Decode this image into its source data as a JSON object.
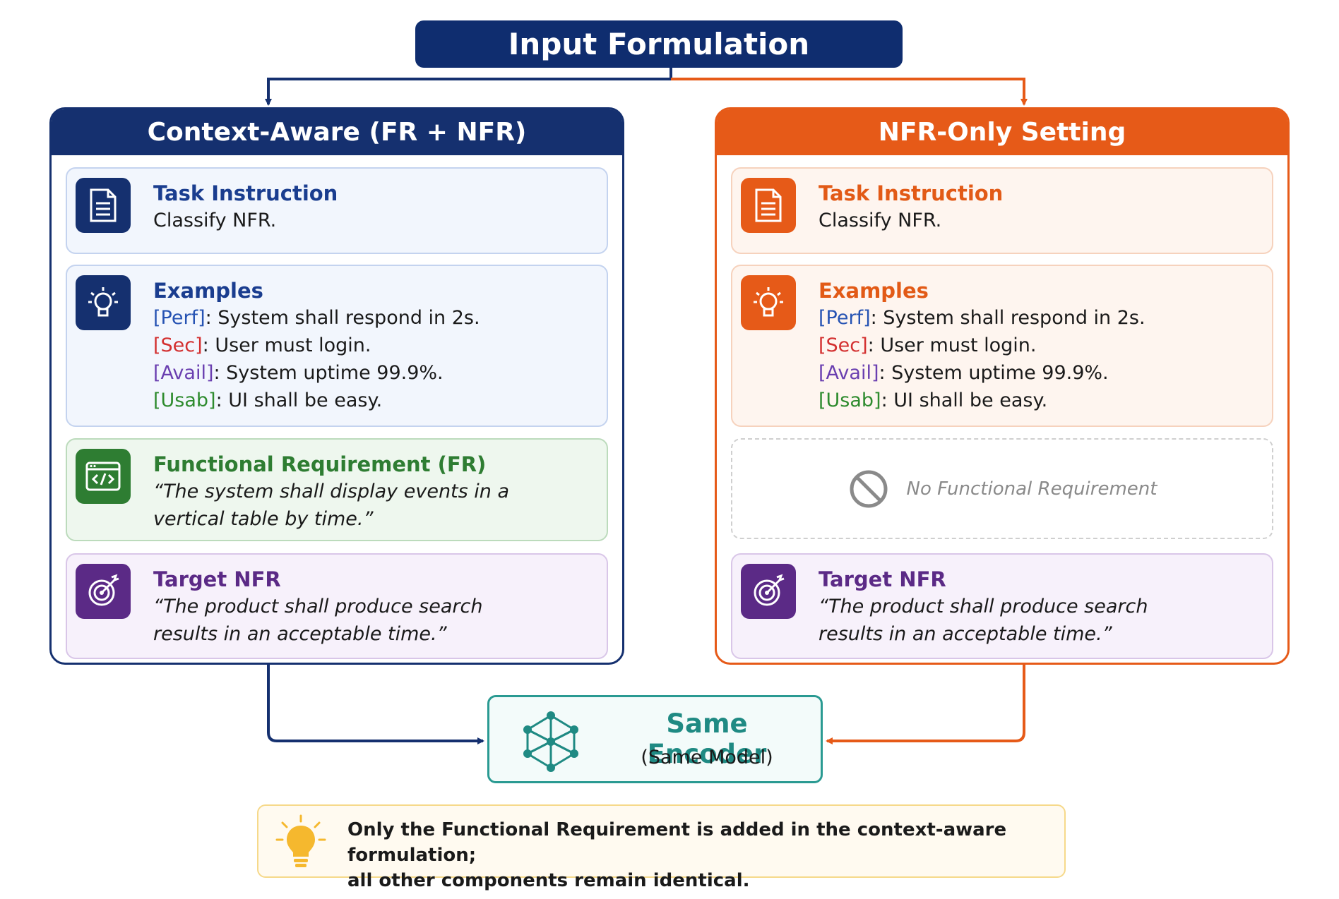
{
  "title": "Input Formulation",
  "left_panel": {
    "header": "Context-Aware (FR + NFR)",
    "task": {
      "heading": "Task Instruction",
      "body": "Classify NFR."
    },
    "examples": {
      "heading": "Examples",
      "items": [
        {
          "tag": "[Perf]",
          "text": ": System shall respond in 2s."
        },
        {
          "tag": "[Sec]",
          "text": ": User must login."
        },
        {
          "tag": "[Avail]",
          "text": ": System uptime 99.9%."
        },
        {
          "tag": "[Usab]",
          "text": ": UI shall be easy."
        }
      ]
    },
    "fr": {
      "heading": "Functional Requirement (FR)",
      "line1": "“The system shall display events in a",
      "line2": "vertical table by time.”"
    },
    "target": {
      "heading": "Target NFR",
      "line1": "“The product shall produce search",
      "line2": "results in an acceptable time.”"
    }
  },
  "right_panel": {
    "header": "NFR-Only Setting",
    "task": {
      "heading": "Task Instruction",
      "body": "Classify NFR."
    },
    "examples": {
      "heading": "Examples",
      "items": [
        {
          "tag": "[Perf]",
          "text": ": System shall respond in 2s."
        },
        {
          "tag": "[Sec]",
          "text": ": User must login."
        },
        {
          "tag": "[Avail]",
          "text": ": System uptime 99.9%."
        },
        {
          "tag": "[Usab]",
          "text": ": UI shall be easy."
        }
      ]
    },
    "no_fr": "No Functional Requirement",
    "target": {
      "heading": "Target NFR",
      "line1": "“The product shall produce search",
      "line2": "results in an acceptable time.”"
    }
  },
  "encoder": {
    "title": "Same Encoder",
    "subtitle": "(Same Model)"
  },
  "note": {
    "line1": "Only the Functional Requirement is added in the context-aware formulation;",
    "line2": "all other components remain identical."
  },
  "colors": {
    "navy": "#15306f",
    "orange": "#e65a18",
    "green": "#2e7d32",
    "purple": "#5b2a86",
    "teal": "#2a9a92",
    "note_yellow": "#f6d98a"
  },
  "icons": {
    "task": "document-icon",
    "examples": "lightbulb-icon",
    "fr": "code-window-icon",
    "target": "target-icon",
    "no_fr": "prohibited-icon",
    "encoder": "neural-network-icon",
    "note": "lightbulb-icon"
  }
}
